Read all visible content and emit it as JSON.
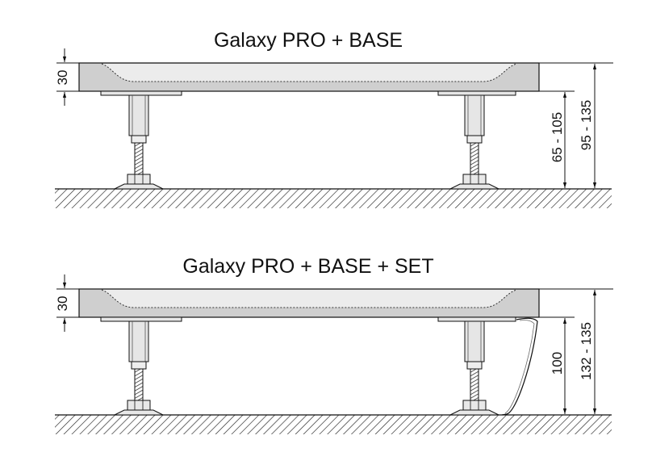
{
  "diagrams": [
    {
      "title": "Galaxy PRO + BASE",
      "dim_tray_height": "30",
      "dim_leg_height": "65 - 105",
      "dim_total_height": "95 - 135",
      "has_set_panel": false
    },
    {
      "title": "Galaxy PRO + BASE + SET",
      "dim_tray_height": "30",
      "dim_leg_height": "100",
      "dim_total_height": "132 - 135",
      "has_set_panel": true
    }
  ],
  "colors": {
    "tray": "#cfcfcf",
    "tray_inner": "#ececec",
    "line": "#111111",
    "leg": "#e6e6e6"
  }
}
